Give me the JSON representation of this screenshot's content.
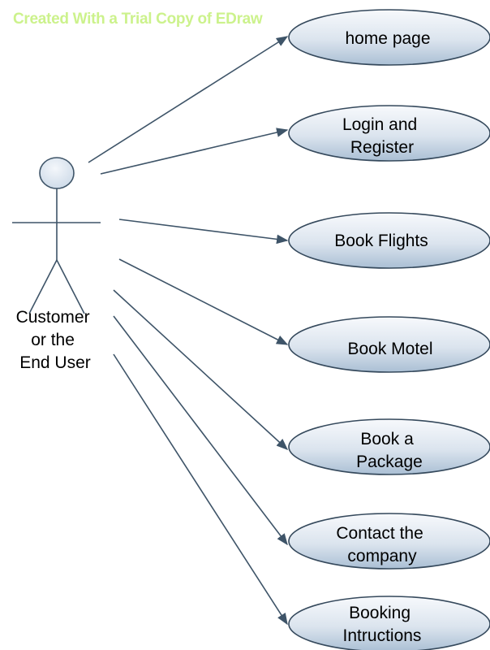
{
  "watermark": "Created With a Trial Copy of EDraw",
  "actor": {
    "label_lines": [
      "Customer",
      "or the",
      "End User"
    ]
  },
  "use_cases": [
    {
      "id": "home",
      "lines": [
        "home page"
      ]
    },
    {
      "id": "login",
      "lines": [
        "Login and",
        "Register"
      ]
    },
    {
      "id": "flights",
      "lines": [
        "Book Flights"
      ]
    },
    {
      "id": "motel",
      "lines": [
        "Book Motel"
      ]
    },
    {
      "id": "package",
      "lines": [
        "Book a",
        "Package"
      ]
    },
    {
      "id": "contact",
      "lines": [
        "Contact the",
        "company"
      ]
    },
    {
      "id": "instructions",
      "lines": [
        "Booking",
        "Intructions"
      ]
    }
  ],
  "colors": {
    "line": "#3e5468",
    "ellipse_top": "#f7f9fc",
    "ellipse_bottom": "#b3c6d9",
    "watermark": "#ccf28c"
  }
}
